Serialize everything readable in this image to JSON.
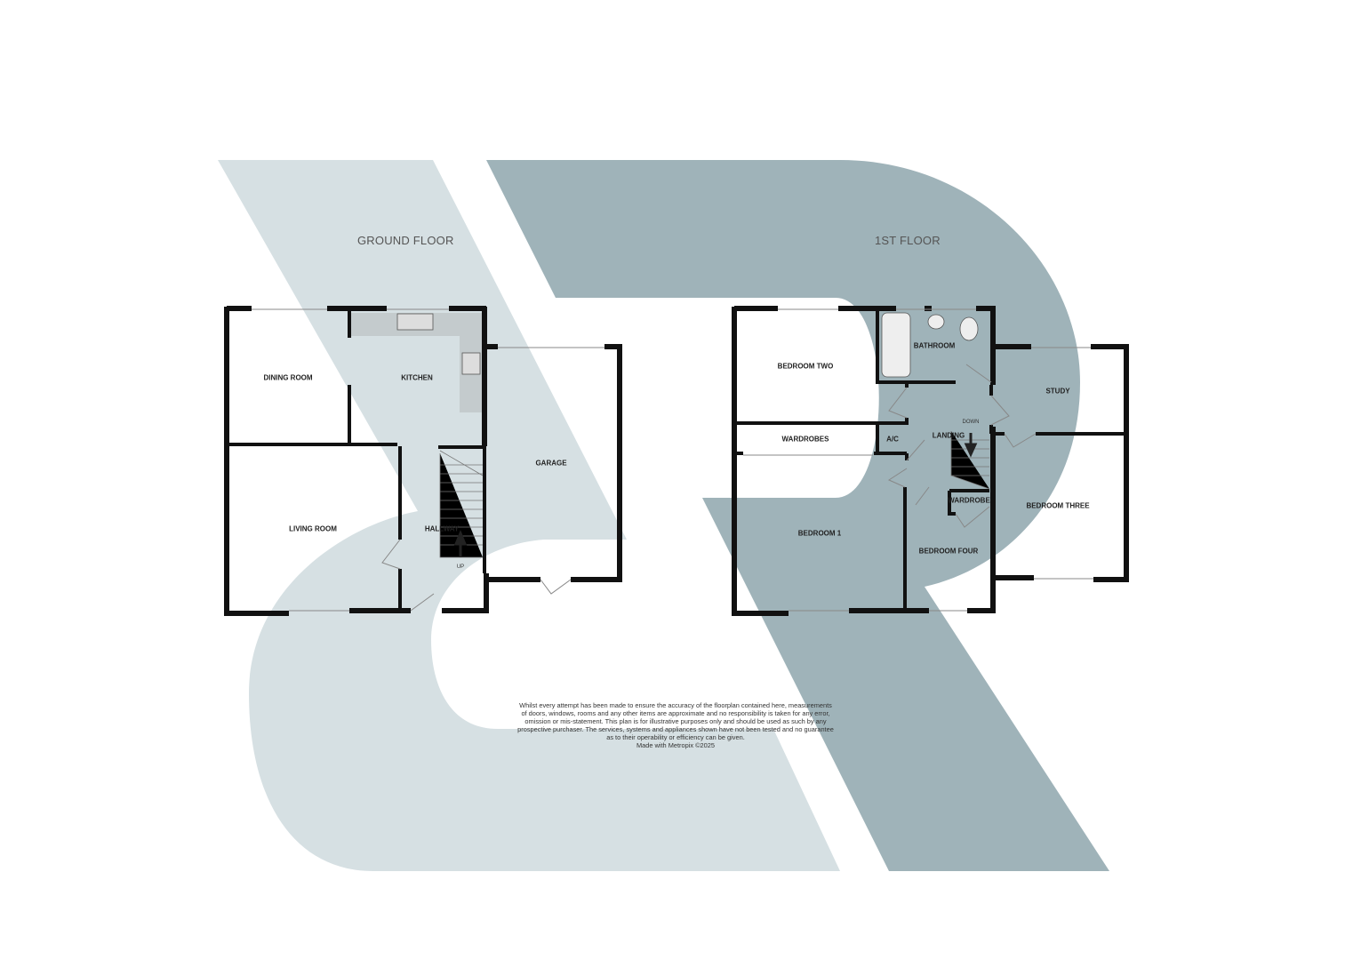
{
  "colors": {
    "watermark_light": "#d6e0e3",
    "watermark_dark": "#9fb3b9",
    "walls": "#111111"
  },
  "floors": [
    {
      "title": "GROUND FLOOR",
      "rooms": [
        "DINING ROOM",
        "KITCHEN",
        "GARAGE",
        "LIVING ROOM",
        "HALLWAY"
      ],
      "stairs_label": "UP"
    },
    {
      "title": "1ST FLOOR",
      "rooms": [
        "BEDROOM TWO",
        "BATHROOM",
        "STUDY",
        "WARDROBES",
        "A/C",
        "LANDING",
        "WARDROBE",
        "BEDROOM THREE",
        "BEDROOM 1",
        "BEDROOM FOUR"
      ],
      "stairs_label": "DOWN"
    }
  ],
  "disclaimer": {
    "lines": [
      "Whilst every attempt has been made to ensure the accuracy of the floorplan contained here, measurements",
      "of doors, windows, rooms and any other items are approximate and no responsibility is taken for any error,",
      "omission or mis-statement. This plan is for illustrative purposes only and should be used as such by any",
      "prospective purchaser. The services, systems and appliances shown have not been tested and no guarantee",
      "as to their operability or efficiency can be given."
    ],
    "credit": "Made with Metropix ©2025"
  }
}
